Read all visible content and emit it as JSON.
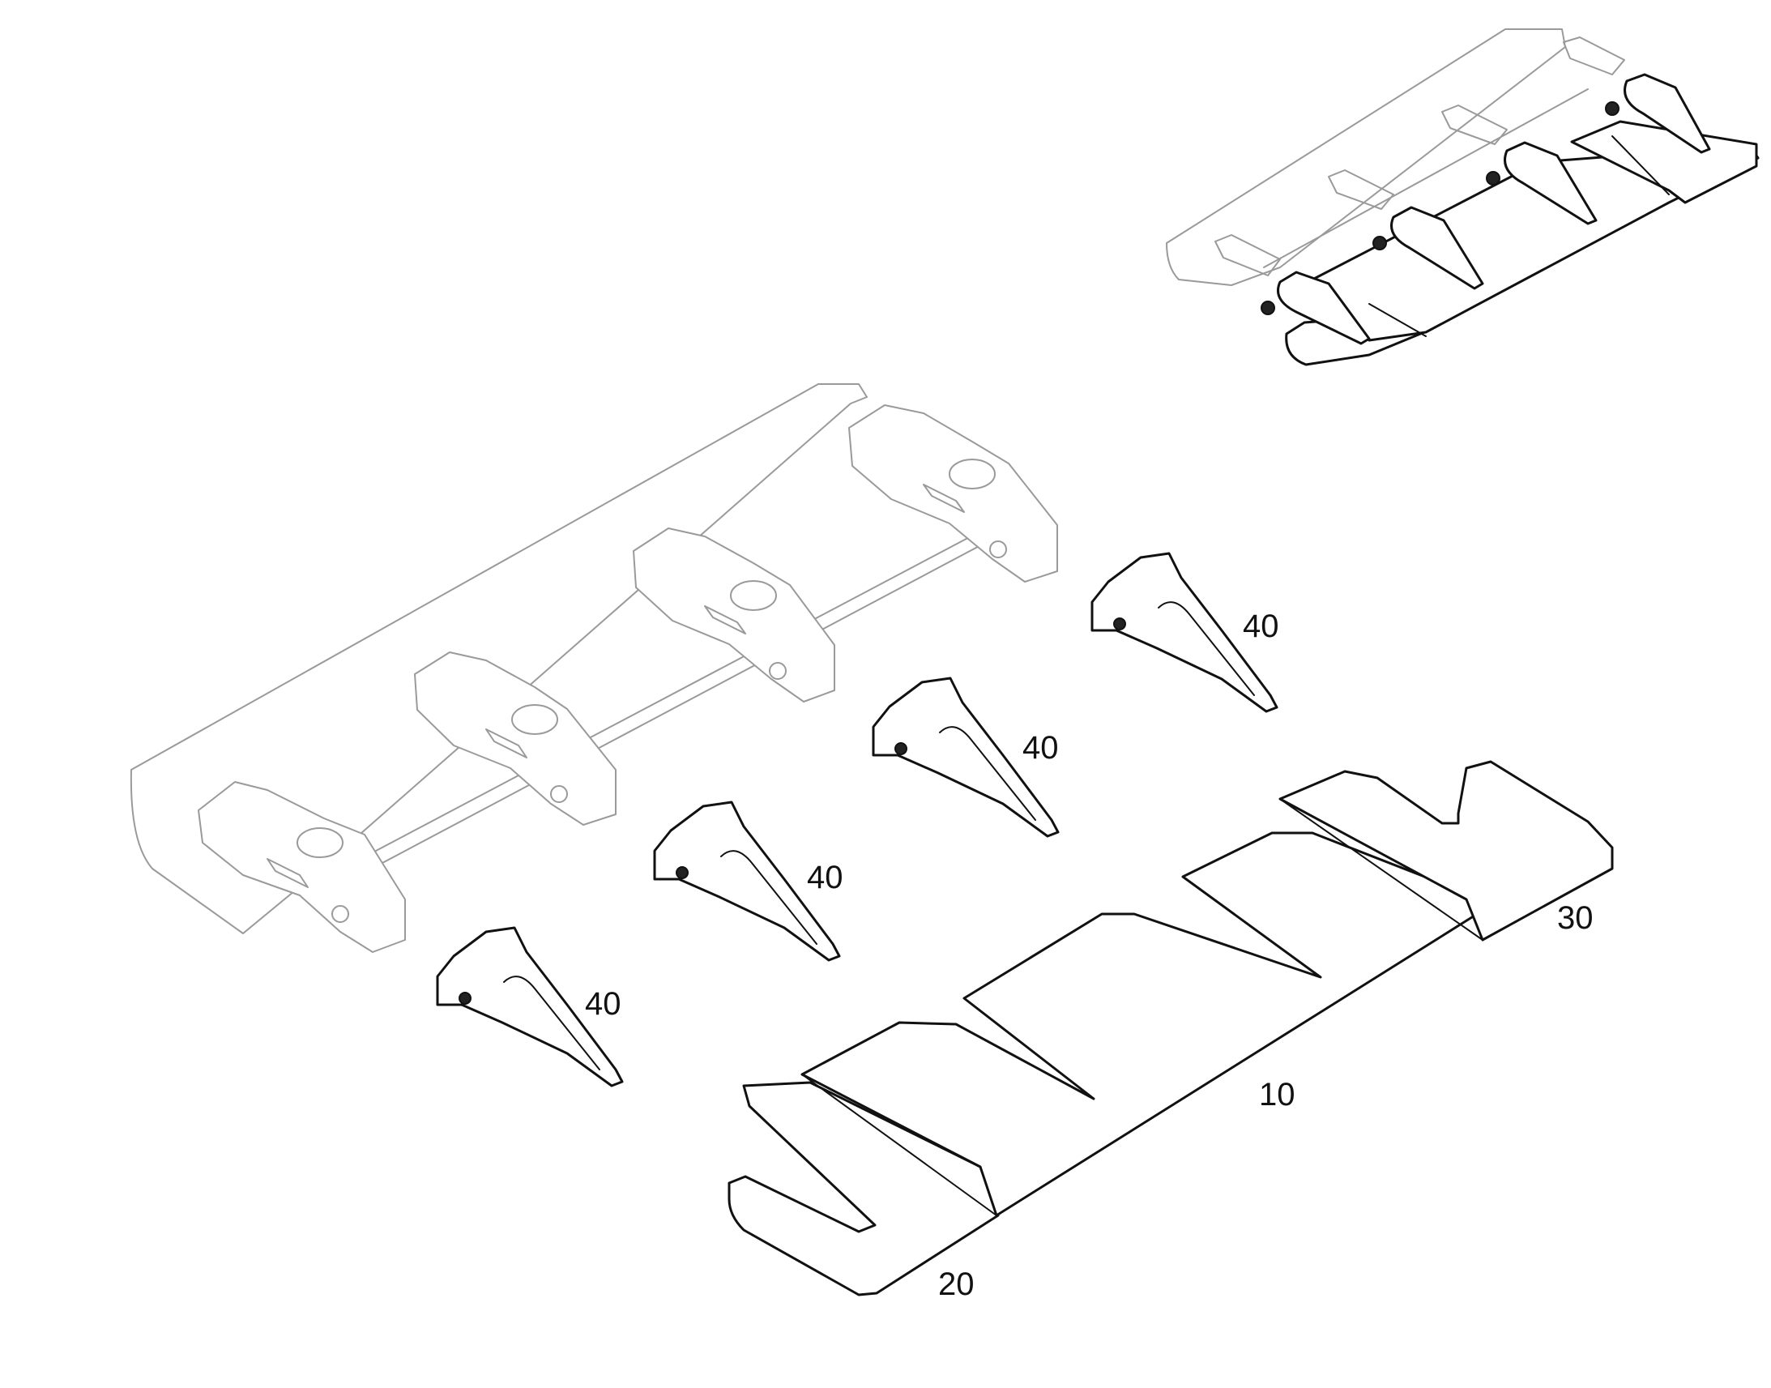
{
  "callouts": {
    "tooth_1": "40",
    "tooth_2": "40",
    "tooth_3": "40",
    "tooth_4": "40",
    "center_cutting_edge": "10",
    "left_end_edge": "20",
    "right_end_edge": "30"
  },
  "colors": {
    "ghost_outline": "#9a9a9a",
    "part_outline": "#111111",
    "background": "#ffffff"
  }
}
